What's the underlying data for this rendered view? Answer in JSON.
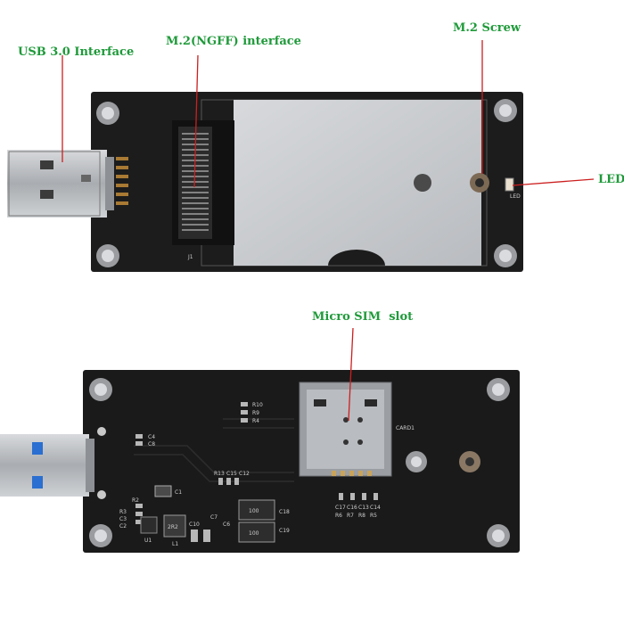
{
  "colors": {
    "label_green": "#1f9a3a",
    "leader_red": "#cc1f1f",
    "pcb_black": "#1b1b1b",
    "usb_metal": "#b9bcc0",
    "usb_blue": "#2a6fd1",
    "heatsink": "#c9ccd0"
  },
  "top_view": {
    "labels": {
      "usb": "USB 3.0 Interface",
      "m2": "M.2(NGFF) interface",
      "screw": "M.2 Screw",
      "led": "LED"
    },
    "silkscreen": {
      "connector_ref": "J1",
      "led_ref": "LED"
    }
  },
  "bottom_view": {
    "labels": {
      "sim": "Micro SIM  slot"
    },
    "silkscreen": {
      "r10": "R10",
      "r9": "R9",
      "r4": "R4",
      "c4": "C4",
      "c8": "C8",
      "r13": "R13",
      "c15": "C15",
      "c12": "C12",
      "c1": "C1",
      "r2": "R2",
      "r3": "R3",
      "c3": "C3",
      "c2": "C2",
      "u1": "U1",
      "l1": "L1",
      "c10": "C10",
      "c7": "C7",
      "c6": "C6",
      "c18": "C18",
      "c19": "C19",
      "c17": "C17",
      "c16": "C16",
      "c13": "C13",
      "c14": "C14",
      "r6": "R6",
      "r7": "R7",
      "r8": "R8",
      "r5": "R5",
      "card": "CARD1",
      "inductor": "2R2",
      "cap_code": "100"
    }
  }
}
